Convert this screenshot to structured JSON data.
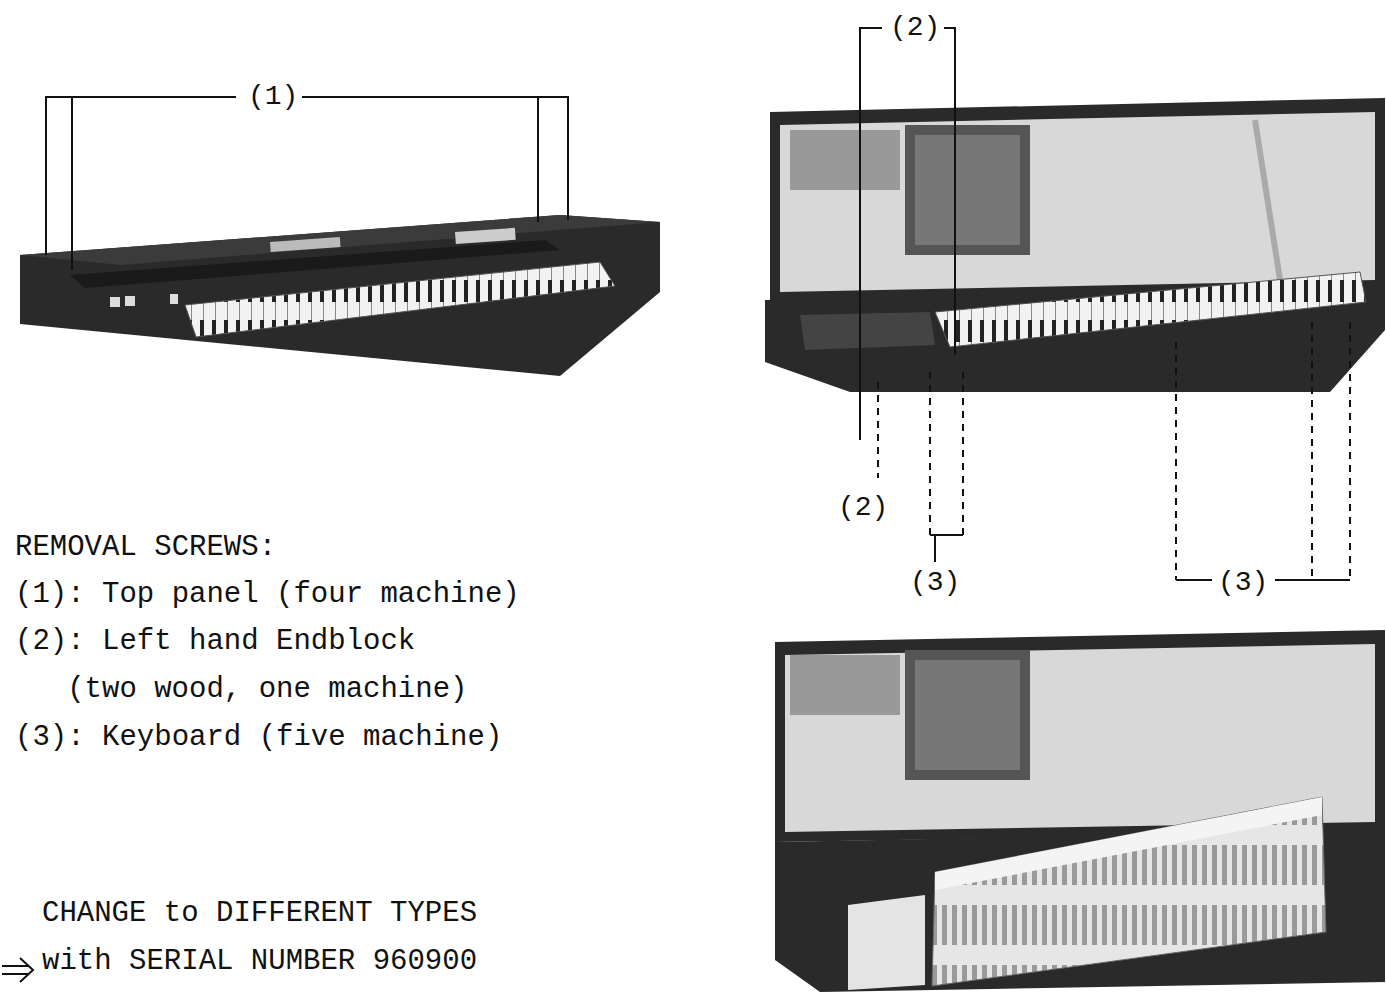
{
  "diagram": {
    "labels": [
      "(1)",
      "(2)",
      "(2)",
      "(3)",
      "(3)",
      "REMOVAL SCREWS:",
      "(1): Top panel (four machine)",
      "(2): Left hand Endblock (two wood, one machine)",
      "(3): Keyboard (five machine)",
      "CHANGE to DIFFERENT TYPES with SERIAL NUMBER 960900"
    ]
  }
}
